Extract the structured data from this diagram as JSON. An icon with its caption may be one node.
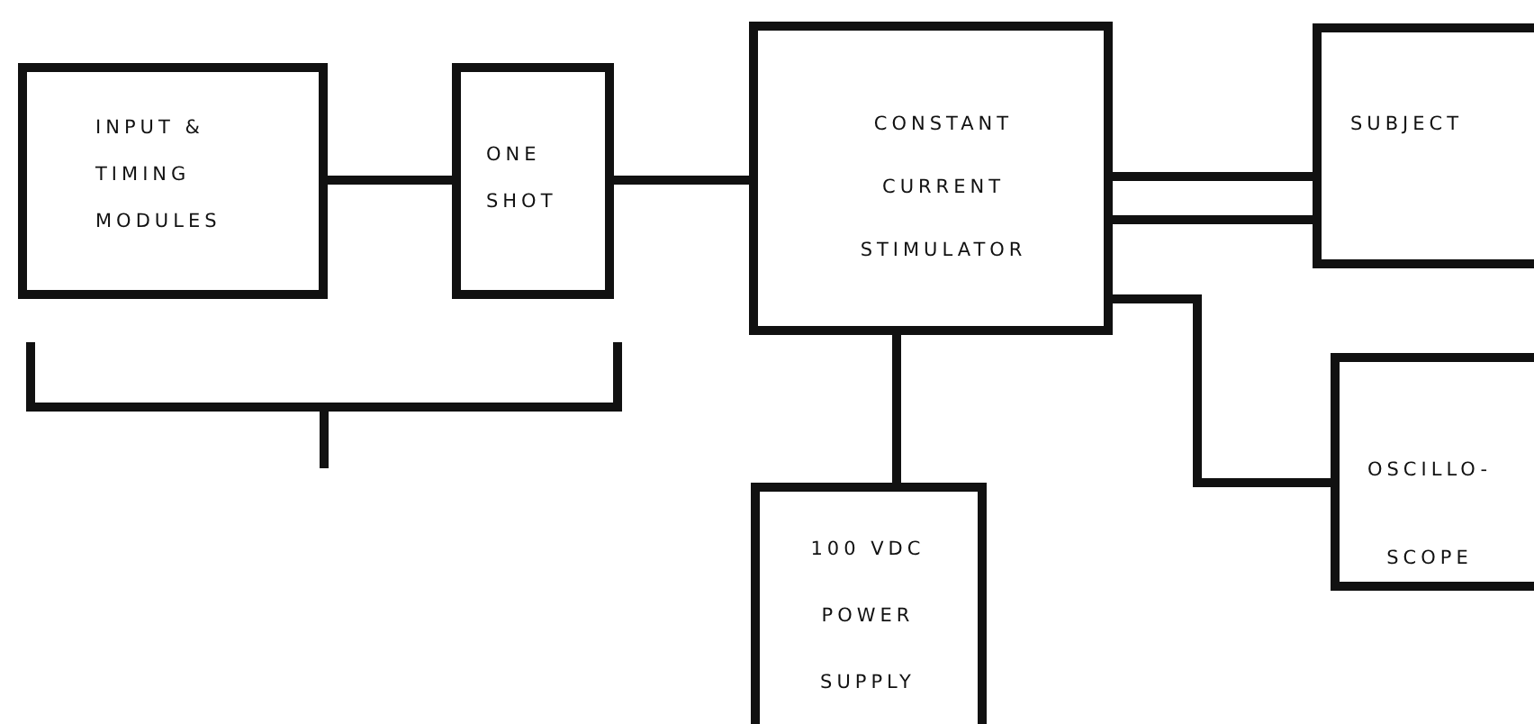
{
  "diagram": {
    "nodes": [
      {
        "text": [
          "INPUT & TIMING MODULES"
        ]
      },
      {
        "text": [
          "ONE SHOT"
        ]
      },
      {
        "text": [
          "CONSTANT CURRENT STIMULATOR"
        ]
      },
      {
        "text": [
          "SUBJECT"
        ]
      },
      {
        "text": [
          "OSCILLO- SCOPE"
        ]
      },
      {
        "text": [
          "100 VDC POWER SUPPLY"
        ]
      }
    ],
    "edges": [
      {
        "from": 0,
        "to": 1,
        "arrow": "none"
      },
      {
        "from": 1,
        "to": 2,
        "arrow": "none"
      },
      {
        "from": 2,
        "to": 3,
        "arrow": "none"
      },
      {
        "from": 2,
        "to": 3,
        "arrow": "none"
      },
      {
        "from": 2,
        "to": 4,
        "arrow": "none"
      },
      {
        "from": 2,
        "to": 5,
        "arrow": "none"
      }
    ]
  }
}
